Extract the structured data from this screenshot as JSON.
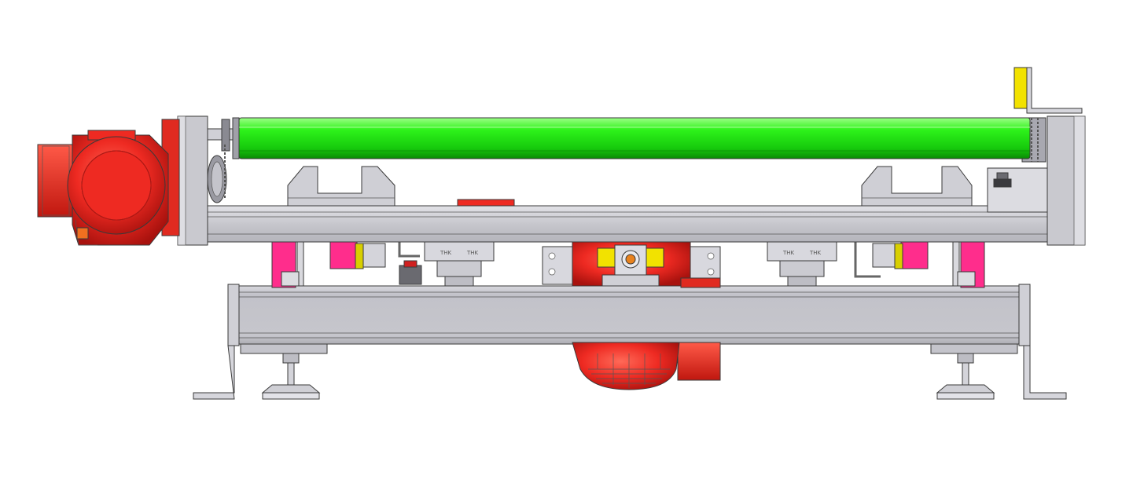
{
  "drawing": {
    "view": "side-elevation",
    "render_style": "shaded-cad",
    "colors": {
      "background": "#ffffff",
      "frame_steel": "#c9c9cf",
      "frame_dark": "#a8a8b0",
      "roller": "#22e614",
      "roller_dark": "#0c9a08",
      "motor": "#ee2a22",
      "motor_dark": "#b81410",
      "magenta_post": "#ff2d8c",
      "yellow_part": "#f2e200",
      "orange_bolt": "#e8821e",
      "ink": "#3a3a3a"
    },
    "components": [
      "conveyor-roller",
      "gear-motor-left",
      "gear-motor-bottom",
      "drive-sprocket-chain",
      "upper-carriage-frame",
      "linear-guide-rail",
      "lower-base-beam",
      "leveling-feet",
      "floor-brackets",
      "lift-posts",
      "sensor-bracket"
    ]
  }
}
